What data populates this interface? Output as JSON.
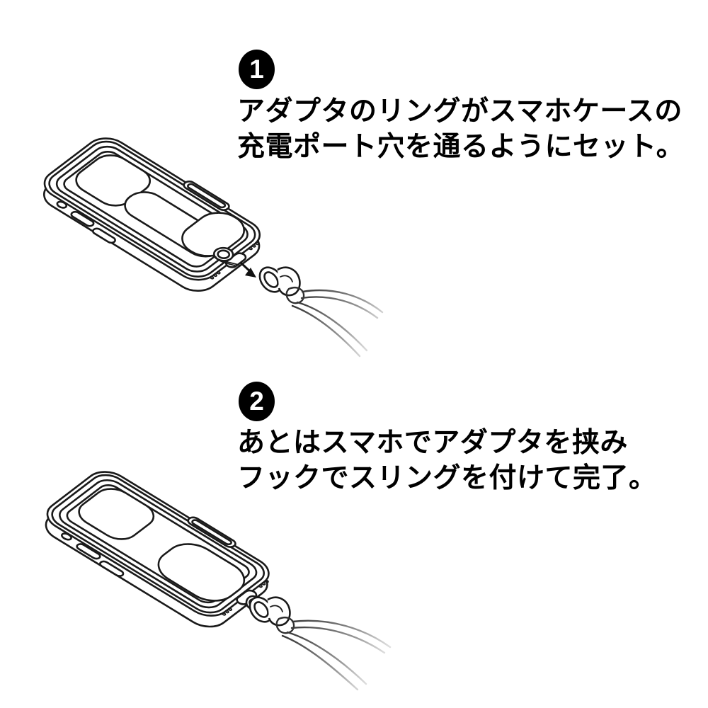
{
  "page": {
    "background": "#ffffff",
    "language": "ja",
    "kind": "two-step product instruction diagram for a phone strap adapter"
  },
  "colors": {
    "line_art": "#1a1a1a",
    "text": "#000000",
    "badge_background": "#000000",
    "badge_number": "#ffffff",
    "cord_dark": "#2f2f2f"
  },
  "steps": [
    {
      "number": "1",
      "caption_lines": [
        "アダプタのリングがスマホケースの",
        "充電ポート穴を通るようにセット。"
      ],
      "illustration": "tilted smartphone case, strap-adapter tab inside, ring passing through charging-port hole, arrow pointing to detached snap hook with sling cord"
    },
    {
      "number": "2",
      "caption_lines": [
        "あとはスマホでアダプタを挟み",
        "フックでスリングを付けて完了。"
      ],
      "illustration": "tilted smartphone case with adapter sandwiched inside, snap hook clipped to the ring at the charging port, sling cord attached"
    }
  ]
}
